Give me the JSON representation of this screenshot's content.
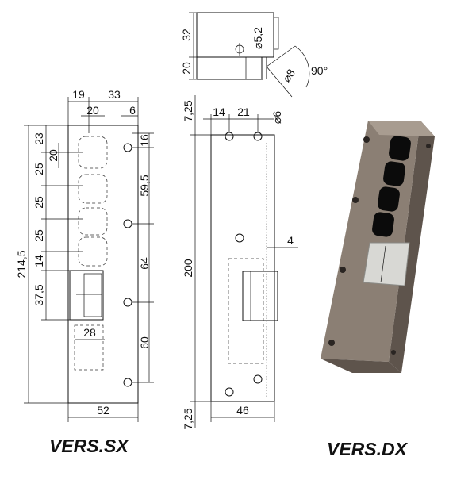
{
  "colors": {
    "line": "#111111",
    "body": "#8b7f74",
    "body_dark": "#5e544c",
    "body_light": "#a89c90",
    "hole": "#0b0b0b"
  },
  "labels": {
    "left_version": "VERS.SX",
    "right_version": "VERS.DX"
  },
  "top_view": {
    "h_body": "32",
    "h_base": "20",
    "hole_dia": "⌀5,2",
    "pin_dia": "⌀8",
    "angle": "90°"
  },
  "left_view": {
    "w_left": "19",
    "w_right": "33",
    "w_top": "20",
    "w_edge": "6",
    "h_total": "214,5",
    "h_top": "23",
    "h_slot": "20",
    "h_pitch_1": "25",
    "h_pitch_2": "25",
    "h_pitch_3": "25",
    "h_mid": "14",
    "h_latch": "37,5",
    "latch_w": "28",
    "base_w": "52",
    "r_top": "16",
    "r_s1": "59,5",
    "r_s2": "64",
    "r_s3": "60"
  },
  "mid_view": {
    "top_margin": "7,25",
    "bottom_margin": "7,25",
    "w_a": "14",
    "w_b": "21",
    "hole_dia": "⌀6",
    "height": "200",
    "depth": "4",
    "base_w": "46"
  }
}
